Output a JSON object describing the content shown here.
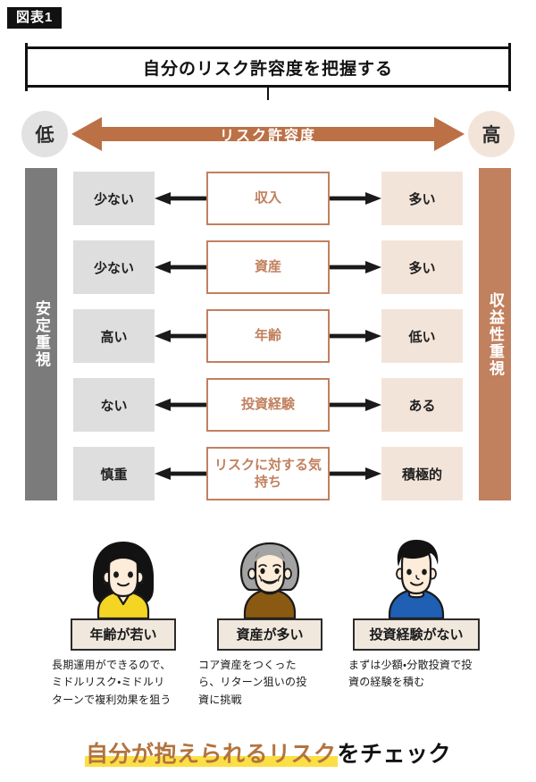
{
  "badge": {
    "label": "図表1"
  },
  "title": {
    "text": "自分のリスク許容度を把握する"
  },
  "scale": {
    "low_label": "低",
    "high_label": "高",
    "arrow_label": "リスク許容度",
    "arrow_color": "#bc7046"
  },
  "matrix": {
    "left_bar_label": "安定重視",
    "right_bar_label": "収益性重視",
    "left_bar_color": "#7b7b7b",
    "right_bar_color": "#c1805e",
    "accent_color": "#c1805e",
    "left_cell_color": "#dedede",
    "right_cell_color": "#f3e4d9",
    "rows": [
      {
        "left": "少ない",
        "center": "収入",
        "right": "多い"
      },
      {
        "left": "少ない",
        "center": "資産",
        "right": "多い"
      },
      {
        "left": "高い",
        "center": "年齢",
        "right": "低い"
      },
      {
        "left": "ない",
        "center": "投資経験",
        "right": "ある"
      },
      {
        "left": "慎重",
        "center": "リスクに対する気持ち",
        "right": "積極的"
      }
    ]
  },
  "people": [
    {
      "avatar_name": "young-woman-avatar",
      "hair_color": "#121212",
      "shirt_color": "#f5d524",
      "label": "年齢が若い",
      "description": "長期運用ができるので、ミドルリスク・ミドルリターンで複利効果を狙う"
    },
    {
      "avatar_name": "elderly-woman-avatar",
      "hair_color": "#a3a3a3",
      "shirt_color": "#8a5a12",
      "label": "資産が多い",
      "description": "コア資産をつくったら、リターン狙いの投資に挑戦"
    },
    {
      "avatar_name": "young-man-avatar",
      "hair_color": "#121212",
      "shirt_color": "#1f5fb4",
      "label": "投資経験がない",
      "description": "まずは少額・分散投資で投資の経験を積む"
    }
  ],
  "footer": {
    "highlighted": "自分が抱えられるリスク",
    "plain": "をチェック",
    "highlight_color": "#fbdf45",
    "highlighted_text_color": "#b3733f"
  }
}
